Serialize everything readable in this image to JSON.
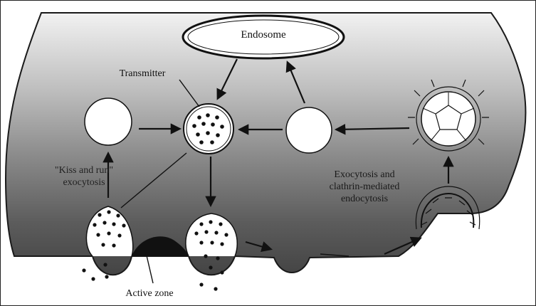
{
  "diagram": {
    "labels": {
      "endosome": "Endosome",
      "transmitter": "Transmitter",
      "kiss_and_run_line1": "\"Kiss and run\"",
      "kiss_and_run_line2": "exocytosis",
      "exocytosis_line1": "Exocytosis and",
      "exocytosis_line2": "clathrin-mediated",
      "exocytosis_line3": "endocytosis",
      "active_zone": "Active zone"
    },
    "nodes": [
      "endosome",
      "filled-vesicle",
      "empty-vesicle-left",
      "empty-vesicle-right",
      "clathrin-coated-vesicle",
      "fusing-vesicle-left",
      "fusing-vesicle-center",
      "coated-pit",
      "active-zone",
      "membrane-pit"
    ]
  }
}
